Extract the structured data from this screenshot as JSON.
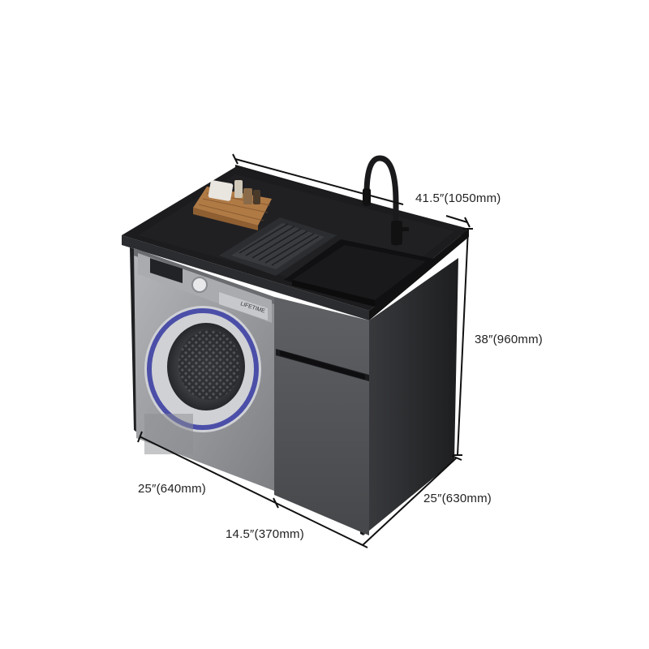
{
  "dimensions": {
    "width": "41.5″(1050mm)",
    "height": "38″(960mm)",
    "depth_right": "25″(630mm)",
    "depth_left": "25″(640mm)",
    "cabinet_width": "14.5″(370mm)"
  },
  "washer": {
    "brand_text": "LIFETIME"
  },
  "colors": {
    "cabinet": "#2a2b2d",
    "countertop": "#1c1c1e",
    "cabinet_door": "#55575b",
    "washer_body": "#9a9ca0",
    "washer_ring": "#4b4fa8",
    "dimension_line": "#111111",
    "basket": "#b07a45"
  },
  "icons": [
    "faucet-icon",
    "storage-basket-icon",
    "washing-machine-icon"
  ]
}
